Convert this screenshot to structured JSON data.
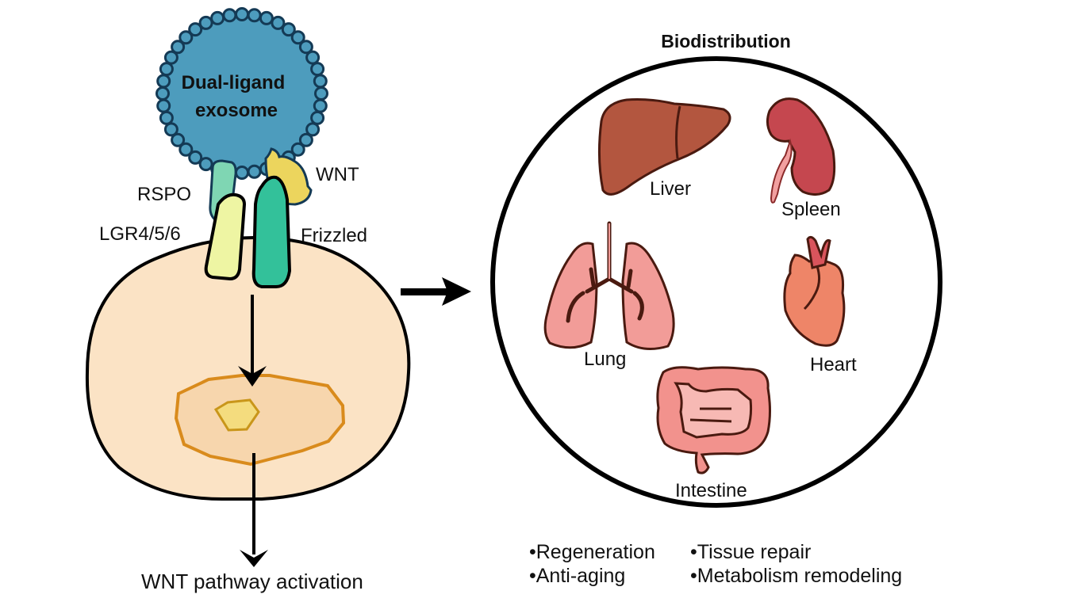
{
  "exosome": {
    "title_line1": "Dual-ligand",
    "title_line2": "exosome"
  },
  "ligands": {
    "rspo": "RSPO",
    "wnt": "WNT"
  },
  "receptors": {
    "lgr": "LGR4/5/6",
    "frizzled": "Frizzled"
  },
  "outcome": "WNT pathway activation",
  "biodistribution": {
    "title": "Biodistribution",
    "organs": [
      {
        "name": "Liver",
        "color": "#b3563f"
      },
      {
        "name": "Spleen",
        "color": "#c5474f"
      },
      {
        "name": "Lung",
        "color": "#f29c98"
      },
      {
        "name": "Heart",
        "color": "#ee8568"
      },
      {
        "name": "Intestine",
        "color": "#f2928d"
      }
    ]
  },
  "benefits": [
    "•Regeneration",
    "•Tissue repair",
    "•Anti-aging",
    "•Metabolism remodeling"
  ],
  "colors": {
    "exosome_fill": "#4d9cbd",
    "exosome_outline": "#143a55",
    "rspo_fill": "#7fd6b3",
    "wnt_fill": "#ecd55d",
    "lgr_fill": "#eef5a3",
    "frizzled_fill": "#33c19a",
    "cell_fill": "#fbe3c5",
    "nucleus_fill": "#f7d6ad",
    "nucleus_outline": "#d98b1c",
    "nucleolus_fill": "#f4dc7e"
  }
}
